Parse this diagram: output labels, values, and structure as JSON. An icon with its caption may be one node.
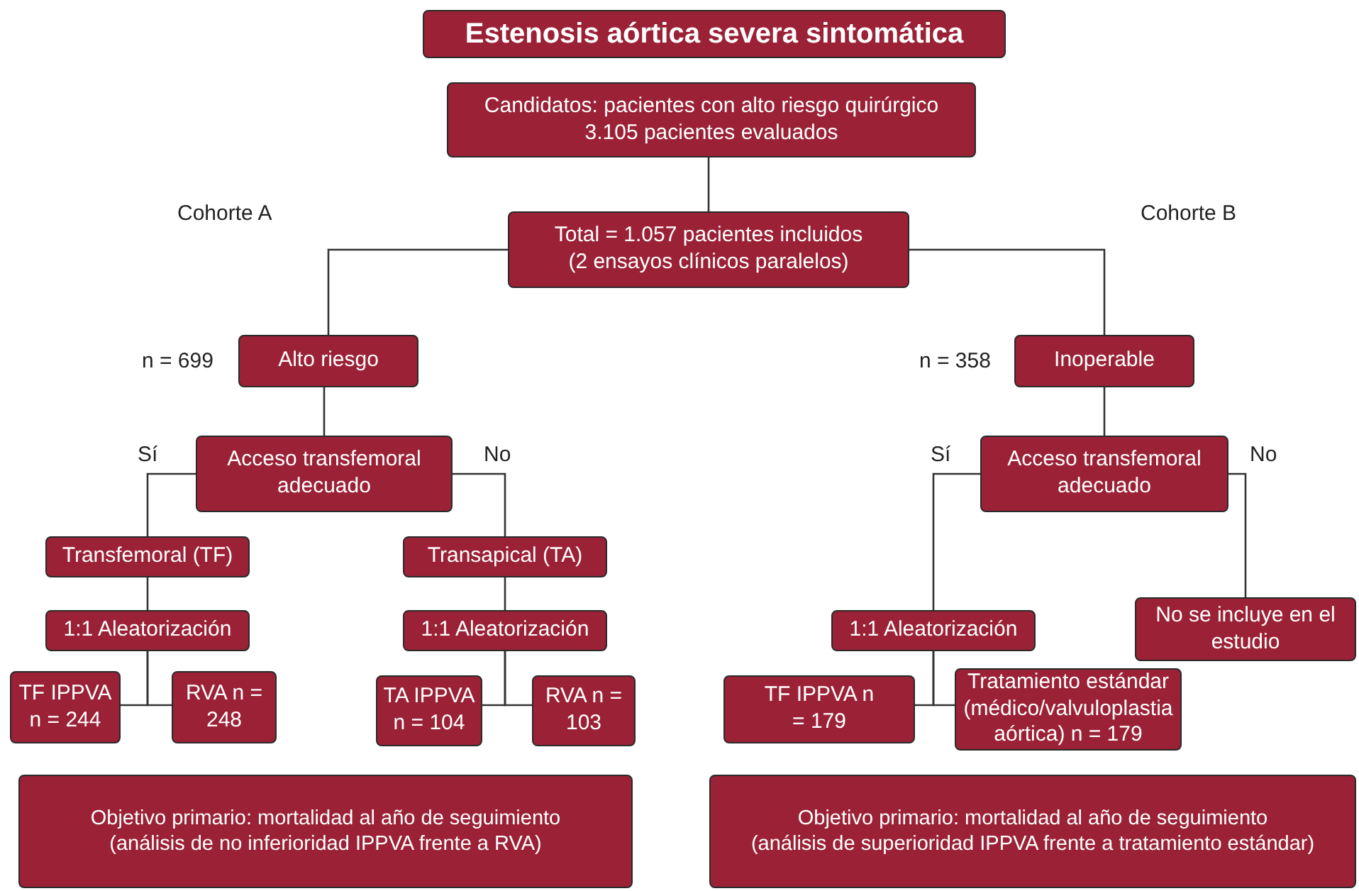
{
  "diagram": {
    "title": "Estenosis aórtica severa sintomática",
    "nodes": [
      {
        "text": [
          "Candidatos: pacientes con alto riesgo quirúrgico",
          "3.105 pacientes evaluados"
        ]
      },
      {
        "text": [
          "Total = 1.057 pacientes incluidos",
          "(2 ensayos clínicos paralelos)"
        ]
      },
      {
        "text": [
          "Alto riesgo"
        ],
        "beside": [
          "n = 699"
        ]
      },
      {
        "text": [
          "Inoperable"
        ],
        "beside": [
          "n = 358"
        ]
      },
      {
        "text": [
          "Acceso transfemoral adecuado"
        ]
      },
      {
        "text": [
          "Acceso transfemoral adecuado"
        ]
      },
      {
        "text": [
          "Transfemoral (TF)"
        ]
      },
      {
        "text": [
          "Transapical (TA)"
        ]
      },
      {
        "text": [
          "1:1 Aleatorización"
        ]
      },
      {
        "text": [
          "1:1 Aleatorización"
        ]
      },
      {
        "text": [
          "1:1 Aleatorización"
        ]
      },
      {
        "text": [
          "No se incluye en el estudio"
        ]
      },
      {
        "text": [
          "TF IPPVA n = 244"
        ]
      },
      {
        "text": [
          "RVA n = 248"
        ]
      },
      {
        "text": [
          "TA IPPVA n = 104"
        ]
      },
      {
        "text": [
          "RVA n = 103"
        ]
      },
      {
        "text": [
          "TF IPPVA n = 179"
        ]
      },
      {
        "text": [
          "Tratamiento estándar (médico/valvuloplastia aórtica) n = 179"
        ]
      },
      {
        "text": [
          "Objetivo primario: mortalidad al año de seguimiento",
          "(análisis de no inferioridad IPPVA frente a RVA)"
        ]
      },
      {
        "text": [
          "Objetivo primario: mortalidad al año de seguimiento",
          "(análisis de superioridad IPPVA frente a tratamiento estándar)"
        ]
      }
    ],
    "edges": [
      {
        "from": 0,
        "to": 1,
        "arrow": "none"
      },
      {
        "from": 1,
        "to": 2,
        "arrow": "none"
      },
      {
        "from": 1,
        "to": 3,
        "arrow": "none"
      },
      {
        "from": 2,
        "to": 4,
        "arrow": "none"
      },
      {
        "from": 3,
        "to": 5,
        "arrow": "none"
      },
      {
        "from": 4,
        "to": 6,
        "arrow": "none",
        "label": "Sí"
      },
      {
        "from": 4,
        "to": 7,
        "arrow": "none",
        "label": "No"
      },
      {
        "from": 5,
        "to": 10,
        "arrow": "none",
        "label": "Sí"
      },
      {
        "from": 5,
        "to": 11,
        "arrow": "none",
        "label": "No"
      },
      {
        "from": 6,
        "to": 8,
        "arrow": "none"
      },
      {
        "from": 7,
        "to": 9,
        "arrow": "none"
      },
      {
        "from": 8,
        "to": 12,
        "arrow": "none"
      },
      {
        "from": 8,
        "to": 13,
        "arrow": "none"
      },
      {
        "from": 9,
        "to": 14,
        "arrow": "none"
      },
      {
        "from": 9,
        "to": 15,
        "arrow": "none"
      },
      {
        "from": 10,
        "to": 16,
        "arrow": "none"
      },
      {
        "from": 10,
        "to": 17,
        "arrow": "none"
      }
    ],
    "labels": [
      "Cohorte A",
      "Cohorte B"
    ]
  }
}
